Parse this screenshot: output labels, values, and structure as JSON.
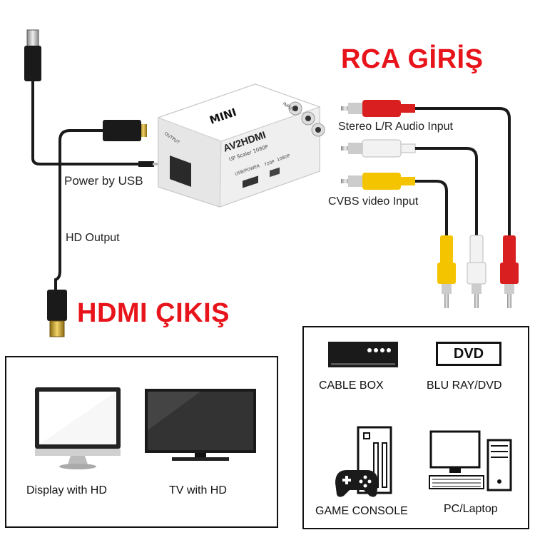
{
  "labels": {
    "rca_input_title": "RCA GİRİŞ",
    "hdmi_output_title": "HDMI ÇIKIŞ",
    "stereo_audio": "Stereo L/R Audio Input",
    "cvbs_video": "CVBS video Input",
    "power_usb": "Power by USB",
    "hd_output": "HD Output"
  },
  "device": {
    "badge": "MINI",
    "model": "AV2HDMI",
    "subtitle": "UP Scaler 1080P",
    "port_usb": "USB/POWER",
    "res_720": "720P",
    "res_1080": "1080P",
    "output_side": "OUTPUT",
    "input_side": "INPUT"
  },
  "outputs": {
    "display": "Display with HD",
    "tv": "TV with HD"
  },
  "sources": {
    "cable_box": "CABLE BOX",
    "dvd_logo": "DVD",
    "bluray": "BLU RAY/DVD",
    "game_console": "GAME CONSOLE",
    "pc": "PC/Laptop"
  },
  "colors": {
    "title_red": "#e8141b",
    "rca_red": "#d91f1f",
    "rca_white": "#f2f2f2",
    "rca_yellow": "#f5c400",
    "cable_black": "#1a1a1a",
    "gold": "#c9a227"
  }
}
